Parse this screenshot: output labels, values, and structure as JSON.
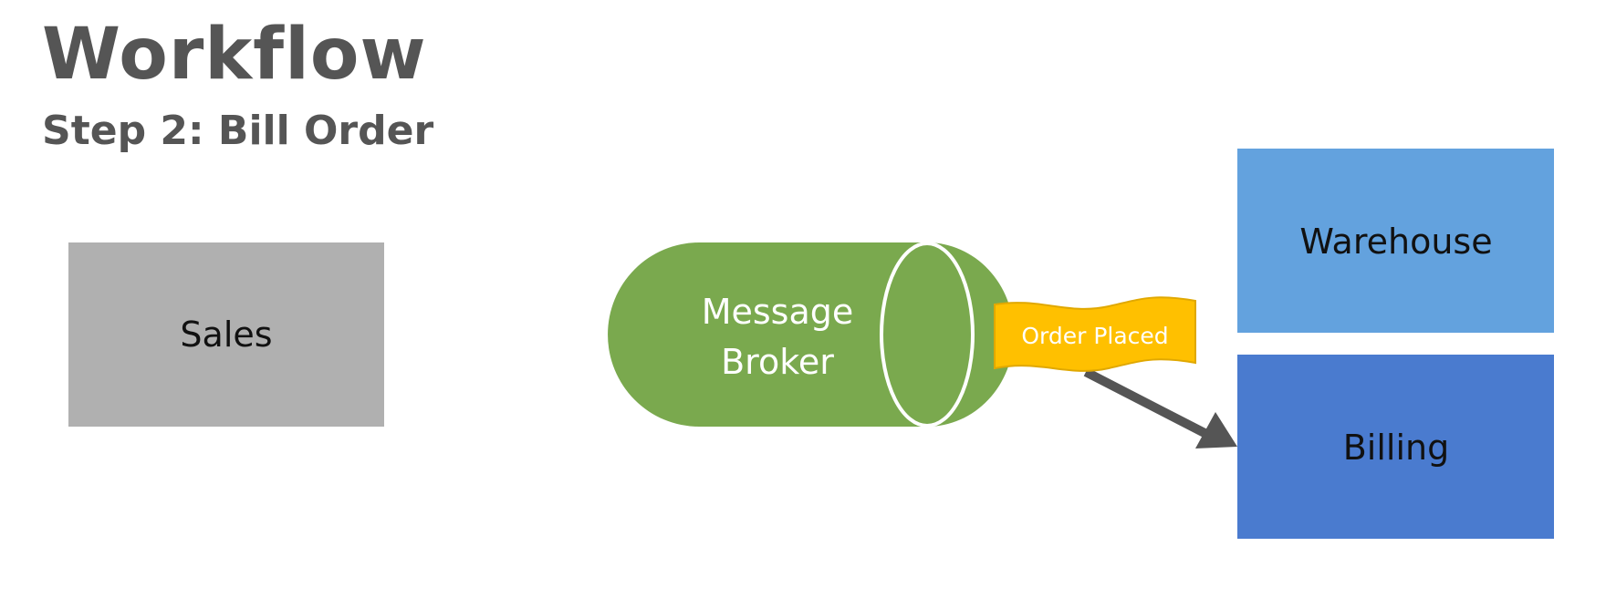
{
  "header": {
    "title": "Workflow",
    "subtitle": "Step 2: Bill Order"
  },
  "nodes": {
    "sales": {
      "label": "Sales",
      "color": "#b0b0b0"
    },
    "broker": {
      "line1": "Message",
      "line2": "Broker",
      "color": "#7aa94e"
    },
    "warehouse": {
      "label": "Warehouse",
      "color": "#63a2de"
    },
    "billing": {
      "label": "Billing",
      "color": "#4a7bcf"
    }
  },
  "message": {
    "label": "Order Placed",
    "color": "#ffc000"
  },
  "arrow": {
    "color": "#555555"
  }
}
